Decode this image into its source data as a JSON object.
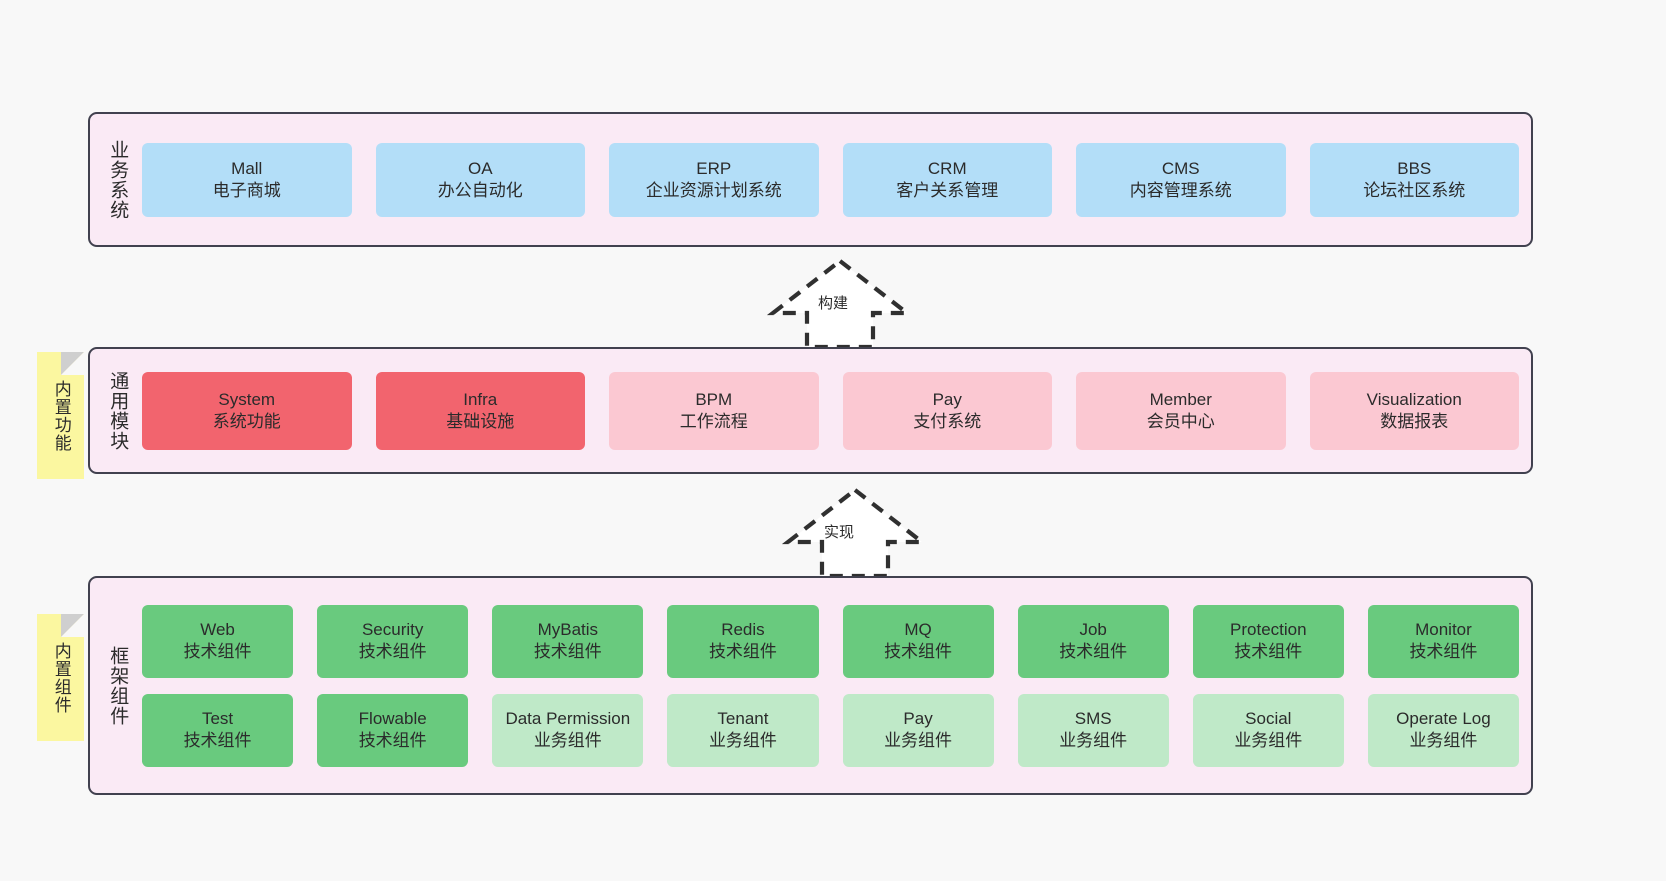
{
  "diagram": {
    "background_color": "#f8f8f8",
    "layer_fill": "#faeaf5",
    "layer_border": "#41414f",
    "palette": {
      "blue": "#b3def8",
      "red": "#f2646e",
      "pink": "#fbc8d2",
      "green": "#69ca7e",
      "light_green": "#bfe9c8",
      "note_yellow": "#fbf7a0"
    }
  },
  "notes": [
    {
      "id": "builtin-func",
      "label": "内置功能"
    },
    {
      "id": "builtin-comp",
      "label": "内置组件"
    }
  ],
  "connectors": [
    {
      "id": "build",
      "label": "构建",
      "style": "dashed-hollow-arrow-up"
    },
    {
      "id": "impl",
      "label": "实现",
      "style": "dashed-hollow-arrow-up"
    }
  ],
  "layers": [
    {
      "id": "business",
      "title": "业务系统",
      "rows": [
        {
          "nodes": [
            {
              "name": "Mall",
              "sub": "电子商城",
              "color": "blue"
            },
            {
              "name": "OA",
              "sub": "办公自动化",
              "color": "blue"
            },
            {
              "name": "ERP",
              "sub": "企业资源计划系统",
              "color": "blue"
            },
            {
              "name": "CRM",
              "sub": "客户关系管理",
              "color": "blue"
            },
            {
              "name": "CMS",
              "sub": "内容管理系统",
              "color": "blue"
            },
            {
              "name": "BBS",
              "sub": "论坛社区系统",
              "color": "blue"
            }
          ]
        }
      ]
    },
    {
      "id": "modules",
      "title": "通用模块",
      "rows": [
        {
          "nodes": [
            {
              "name": "System",
              "sub": "系统功能",
              "color": "red"
            },
            {
              "name": "Infra",
              "sub": "基础设施",
              "color": "red"
            },
            {
              "name": "BPM",
              "sub": "工作流程",
              "color": "pink"
            },
            {
              "name": "Pay",
              "sub": "支付系统",
              "color": "pink"
            },
            {
              "name": "Member",
              "sub": "会员中心",
              "color": "pink"
            },
            {
              "name": "Visualization",
              "sub": "数据报表",
              "color": "pink"
            }
          ]
        }
      ]
    },
    {
      "id": "framework",
      "title": "框架组件",
      "rows": [
        {
          "nodes": [
            {
              "name": "Web",
              "sub": "技术组件",
              "color": "green"
            },
            {
              "name": "Security",
              "sub": "技术组件",
              "color": "green"
            },
            {
              "name": "MyBatis",
              "sub": "技术组件",
              "color": "green"
            },
            {
              "name": "Redis",
              "sub": "技术组件",
              "color": "green"
            },
            {
              "name": "MQ",
              "sub": "技术组件",
              "color": "green"
            },
            {
              "name": "Job",
              "sub": "技术组件",
              "color": "green"
            },
            {
              "name": "Protection",
              "sub": "技术组件",
              "color": "green"
            },
            {
              "name": "Monitor",
              "sub": "技术组件",
              "color": "green"
            }
          ]
        },
        {
          "nodes": [
            {
              "name": "Test",
              "sub": "技术组件",
              "color": "green"
            },
            {
              "name": "Flowable",
              "sub": "技术组件",
              "color": "green"
            },
            {
              "name": "Data Permission",
              "sub": "业务组件",
              "color": "lightgreen"
            },
            {
              "name": "Tenant",
              "sub": "业务组件",
              "color": "lightgreen"
            },
            {
              "name": "Pay",
              "sub": "业务组件",
              "color": "lightgreen"
            },
            {
              "name": "SMS",
              "sub": "业务组件",
              "color": "lightgreen"
            },
            {
              "name": "Social",
              "sub": "业务组件",
              "color": "lightgreen"
            },
            {
              "name": "Operate Log",
              "sub": "业务组件",
              "color": "lightgreen"
            }
          ]
        }
      ]
    }
  ]
}
